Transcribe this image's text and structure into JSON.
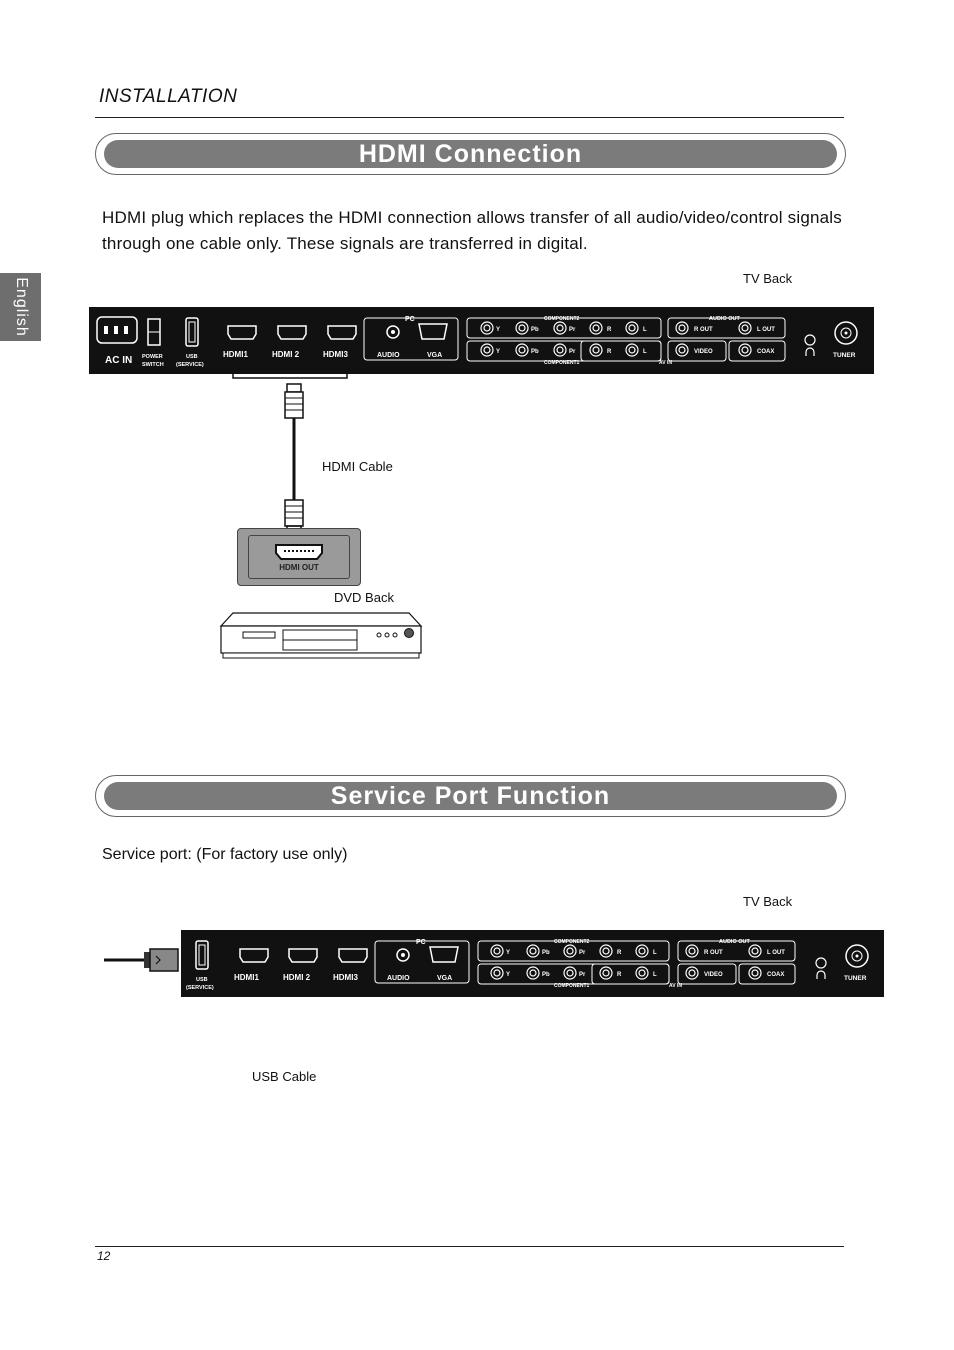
{
  "header": {
    "section": "INSTALLATION"
  },
  "sidebar": {
    "tab_label": "English"
  },
  "hdmi_section": {
    "title": "HDMI Connection",
    "description": "HDMI plug which replaces the HDMI connection allows transfer of all audio/video/control signals through one cable only. These signals are transferred in digital.",
    "tv_back_label": "TV Back",
    "cable_label": "HDMI Cable",
    "dvd_port_label": "HDMI OUT",
    "dvd_back_label": "DVD Back"
  },
  "service_section": {
    "title": "Service Port Function",
    "description": "Service port:  (For factory use only)",
    "tv_back_label": "TV Back",
    "cable_label": "USB  Cable"
  },
  "tv_panel": {
    "ac_in": "AC IN",
    "power_switch": [
      "POWER",
      "SWITCH"
    ],
    "usb": [
      "USB",
      "(SERVICE)"
    ],
    "hdmi_ports": [
      "HDMI1",
      "HDMI 2",
      "HDMI3"
    ],
    "pc": "PC",
    "audio": "AUDIO",
    "vga": "VGA",
    "component2": "COMPONENT2",
    "component1": "COMPONENT1",
    "component_jacks": [
      "Y",
      "Pb",
      "Pr",
      "R",
      "L"
    ],
    "audio_out": "AUDIO OUT",
    "r_out": "R OUT",
    "l_out": "L OUT",
    "video": "VIDEO",
    "coax": "COAX",
    "av_in": "AV IN",
    "tuner": "TUNER"
  },
  "footer": {
    "page_number": "12"
  }
}
